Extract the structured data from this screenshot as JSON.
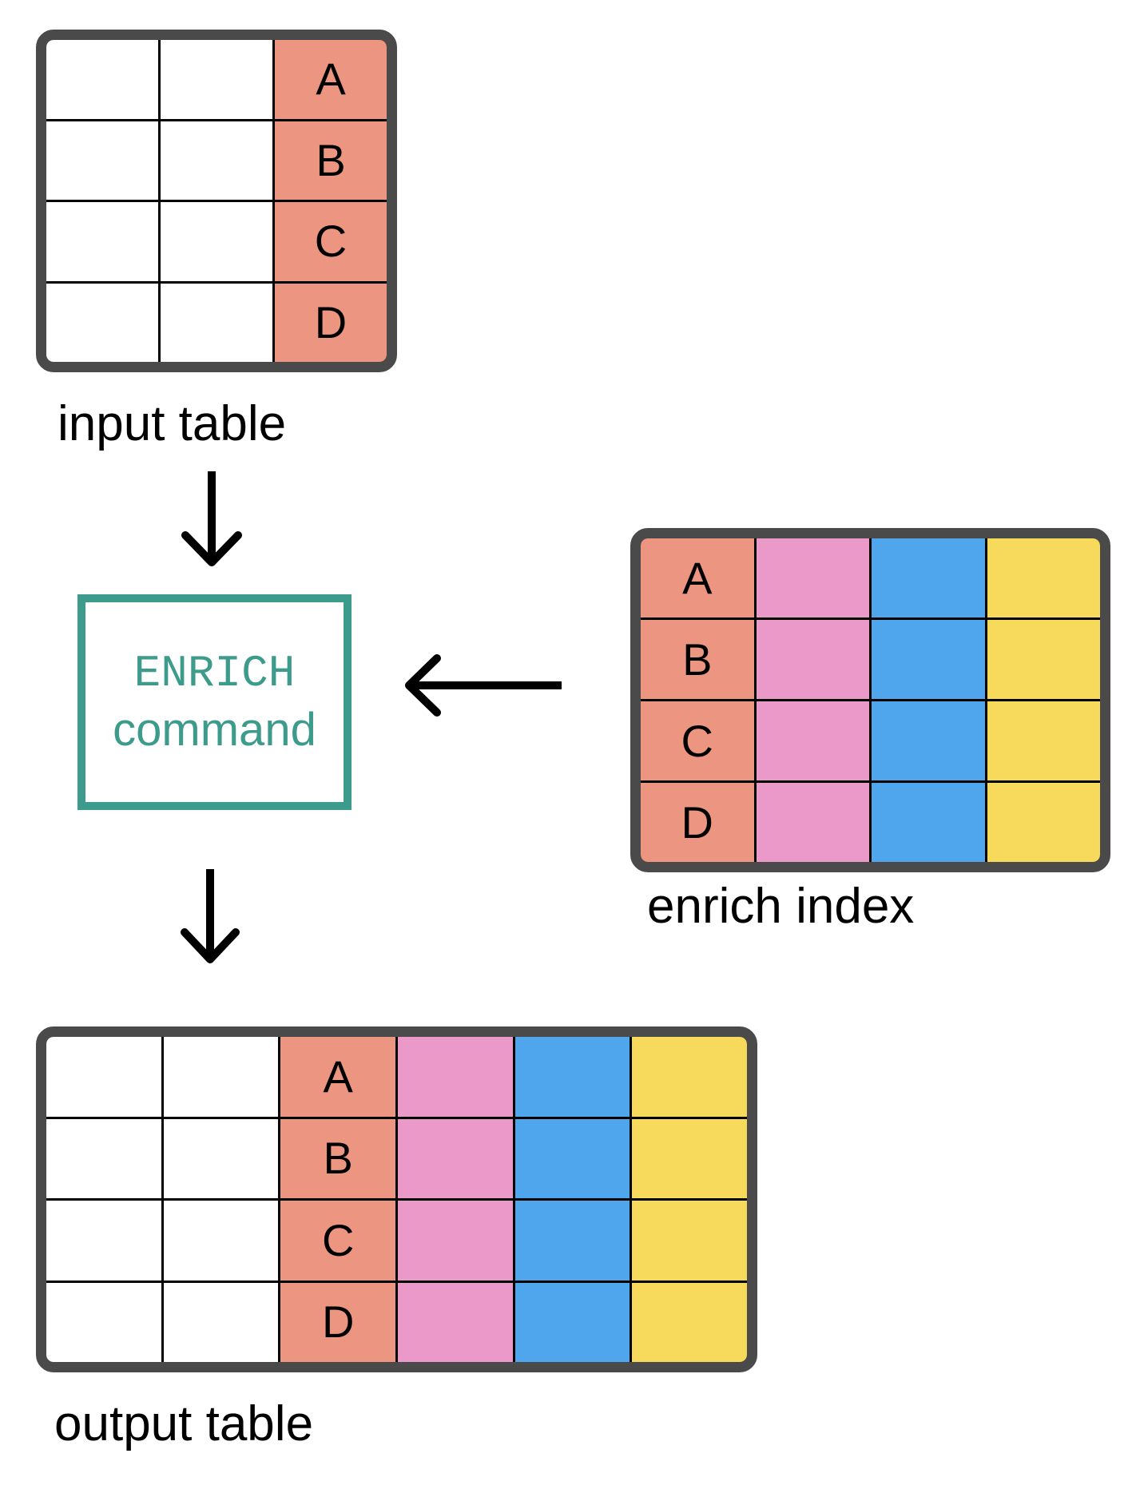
{
  "colors": {
    "white": "#FFFFFF",
    "salmon": "#EC9580",
    "pink": "#EB99C9",
    "blue": "#4FA6EC",
    "yellow": "#F7D95B",
    "teal": "#3D9B8C",
    "border_gray": "#4A4A4A",
    "grid_line": "#000000",
    "arrow": "#000000",
    "text": "#000000"
  },
  "tables": {
    "input": {
      "label": "input table",
      "key_letters": [
        "A",
        "B",
        "C",
        "D"
      ],
      "columns": [
        "white",
        "white",
        "salmon"
      ],
      "letters_column": 2
    },
    "enrich": {
      "label": "enrich index",
      "key_letters": [
        "A",
        "B",
        "C",
        "D"
      ],
      "columns": [
        "salmon",
        "pink",
        "blue",
        "yellow"
      ],
      "letters_column": 0
    },
    "output": {
      "label": "output table",
      "key_letters": [
        "A",
        "B",
        "C",
        "D"
      ],
      "columns": [
        "white",
        "white",
        "salmon",
        "pink",
        "blue",
        "yellow"
      ],
      "letters_column": 2
    }
  },
  "enrich_box": {
    "line1": "ENRICH",
    "line2": "command"
  }
}
